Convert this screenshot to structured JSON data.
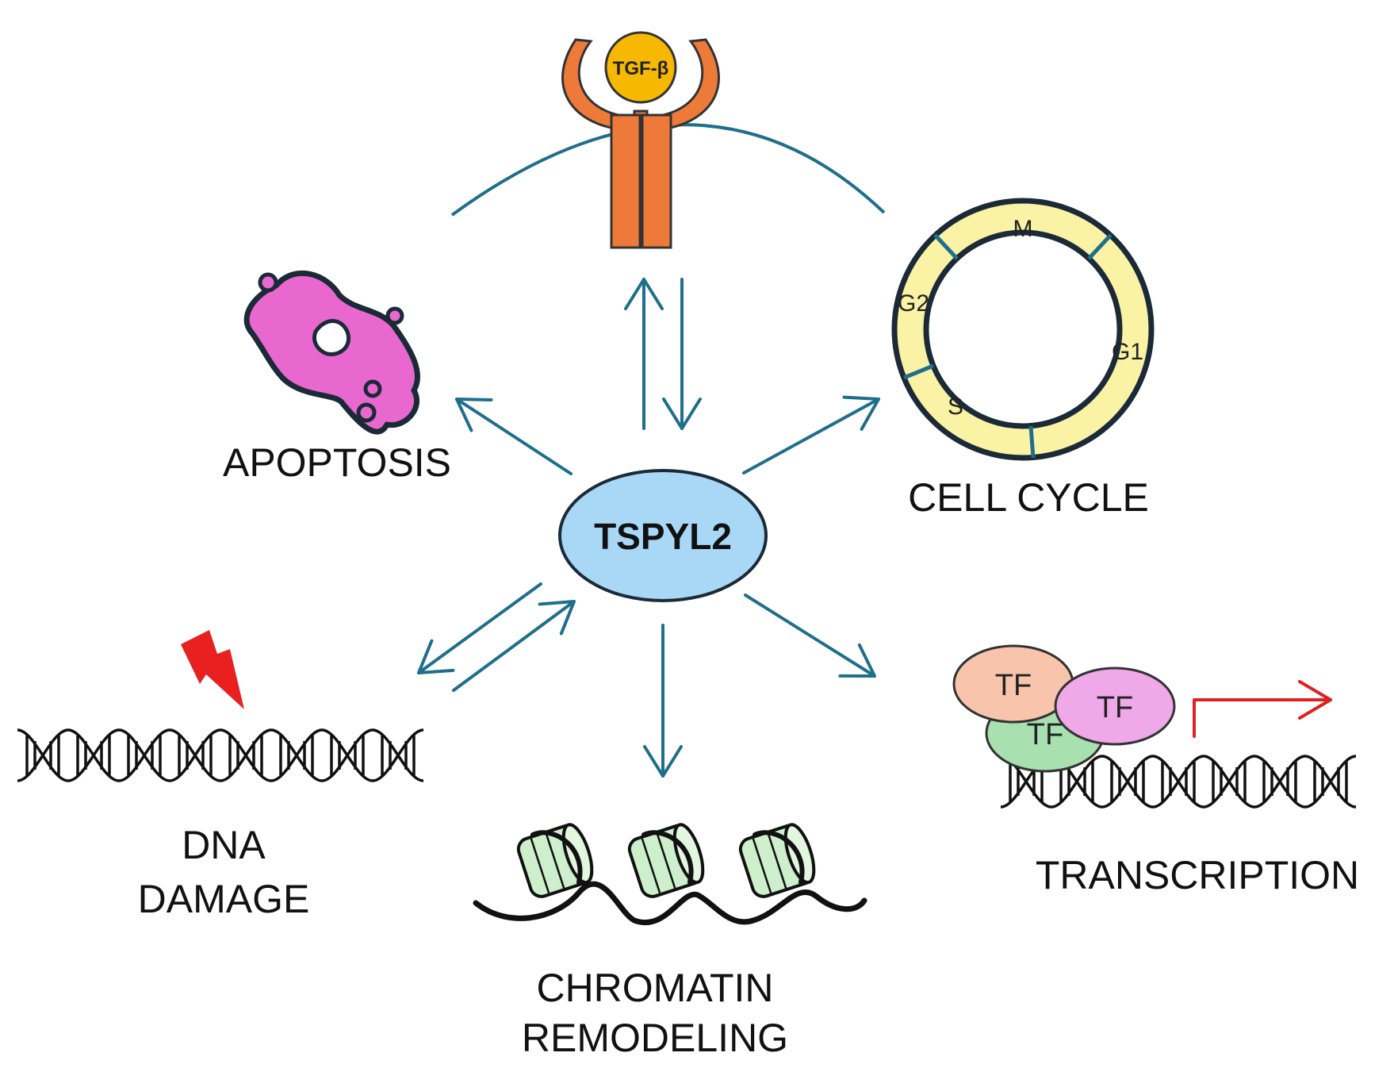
{
  "colors": {
    "arrow": "#1F6E8C",
    "membrane": "#1F6E8C",
    "hub_fill": "#A8D8F5",
    "receptor": "#EE7A3A",
    "ligand": "#F6B800",
    "apoptosis": "#E868D0",
    "cell_cycle": "#FAF2A4",
    "nucleosome": "#CDEFCB",
    "tf_orange": "#F8C4AC",
    "tf_green": "#A8E0B0",
    "tf_pink": "#EFA8E8",
    "transcription_arrow": "#E02020",
    "lightning": "#E82020"
  },
  "hub": {
    "label": "TSPYL2"
  },
  "receptor": {
    "ligand_label": "TGF-β"
  },
  "nodes": {
    "apoptosis": {
      "label": "APOPTOSIS"
    },
    "cell_cycle": {
      "label": "CELL CYCLE",
      "phases": {
        "m": "M",
        "g1": "G1",
        "s": "S",
        "g2": "G2"
      }
    },
    "dna_damage": {
      "line1": "DNA",
      "line2": "DAMAGE"
    },
    "chromatin": {
      "line1": "CHROMATIN",
      "line2": "REMODELING"
    },
    "transcription": {
      "label": "TRANSCRIPTION",
      "tf_labels": [
        "TF",
        "TF",
        "TF"
      ]
    }
  }
}
